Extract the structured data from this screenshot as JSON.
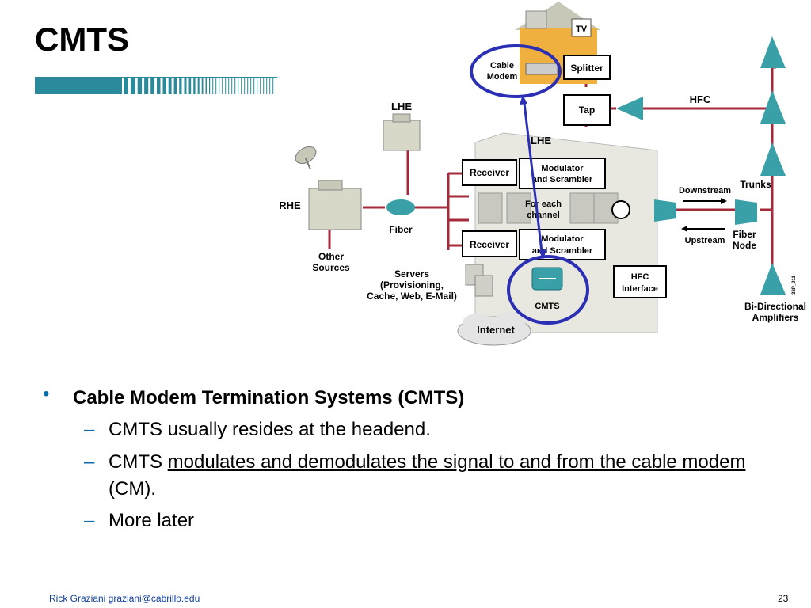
{
  "slide": {
    "title": "CMTS",
    "bullets": {
      "main": "Cable Modem Termination Systems (CMTS)",
      "sub1": "CMTS usually resides at the headend.",
      "sub2_prefix": "CMTS ",
      "sub2_underlined": "modulates and demodulates the signal to and from the cable modem",
      "sub2_suffix": " (CM).",
      "sub3": "More later"
    },
    "bullet_marker": "•",
    "dash_marker": "–"
  },
  "diagram": {
    "labels": {
      "cable_modem": [
        "Cable",
        "Modem"
      ],
      "tv": "TV",
      "splitter": "Splitter",
      "tap": "Tap",
      "hfc": "HFC",
      "lhe_top": "LHE",
      "lhe_mid": "LHE",
      "receiver_1": "Receiver",
      "receiver_2": "Receiver",
      "modulator_1": [
        "Modulator",
        "and Scrambler"
      ],
      "modulator_2": [
        "Modulator",
        "and Scrambler"
      ],
      "for_each_channel": [
        "For each",
        "channel"
      ],
      "downstream": "Downstream",
      "upstream": "Upstream",
      "trunks": "Trunks",
      "fiber_node": [
        "Fiber",
        "Node"
      ],
      "rhe": "RHE",
      "fiber": "Fiber",
      "other_sources": [
        "Other",
        "Sources"
      ],
      "servers": [
        "Servers",
        "(Provisioning,",
        "Cache, Web, E-Mail)"
      ],
      "cmts": "CMTS",
      "internet": "Internet",
      "hfc_interface": [
        "HFC",
        "Interface"
      ],
      "bi_directional_amplifiers": [
        "Bi-Directional",
        "Amplifiers"
      ],
      "figure_id": "32P_011"
    }
  },
  "footer": {
    "author": "Rick Graziani  graziani@cabrillo.edu",
    "page_number": "23"
  },
  "colors": {
    "accent_blue": "#0f6aa8",
    "footer_blue": "#0f3e9e",
    "header_bar": "#2a8a9c",
    "line_red": "#a52a3a",
    "circle_blue": "#2b2fb4",
    "device_teal": "#3aa0a8"
  }
}
